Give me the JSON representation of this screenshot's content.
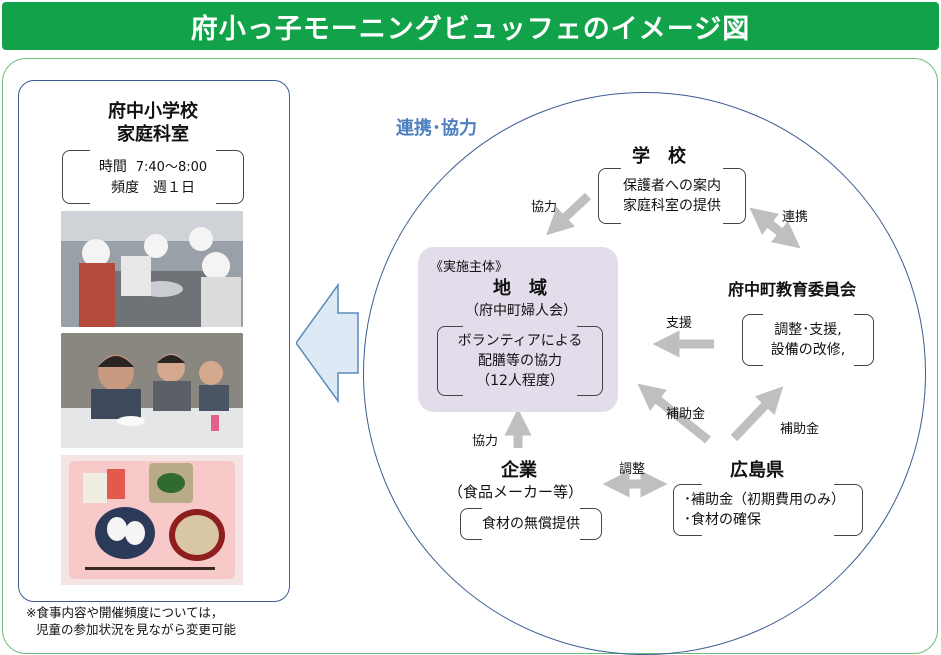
{
  "title": "府小っ子モーニングビュッフェのイメージ図",
  "left_panel": {
    "title_line1": "府中小学校",
    "title_line2": "家庭科室",
    "time_label": "時間",
    "time_value": "7:40〜8:00",
    "frequency": "頻度　週１日",
    "note_line1": "※食事内容や開催頻度については，",
    "note_line2": "児童の参加状況を見ながら変更可能"
  },
  "diagram": {
    "cooperation_label": "連携･協力",
    "school": {
      "name": "学　校",
      "line1": "保護者への案内",
      "line2": "家庭科室の提供"
    },
    "board": {
      "name": "府中町教育委員会",
      "line1": "調整･支援,",
      "line2": "設備の改修,"
    },
    "community": {
      "tag": "《実施主体》",
      "name": "地　域",
      "org": "（府中町婦人会）",
      "line1": "ボランティアによる",
      "line2": "配膳等の協力",
      "line3": "（12人程度）"
    },
    "company": {
      "name": "企業",
      "sub": "（食品メーカー等）",
      "line1": "食材の無償提供"
    },
    "prefecture": {
      "name": "広島県",
      "line1": "･補助金（初期費用のみ）",
      "line2": "･食材の確保"
    },
    "arrows": {
      "school_to_community": "協力",
      "school_board": "連携",
      "board_to_community": "支援",
      "prefecture_to_community": "補助金",
      "prefecture_to_board": "補助金",
      "company_to_community": "協力",
      "company_prefecture": "調整"
    },
    "colors": {
      "title_bg": "#11a24a",
      "entity_bg": "#e3dcea",
      "arrow": "#bfbfbf",
      "accent": "#4e7fbf"
    }
  }
}
